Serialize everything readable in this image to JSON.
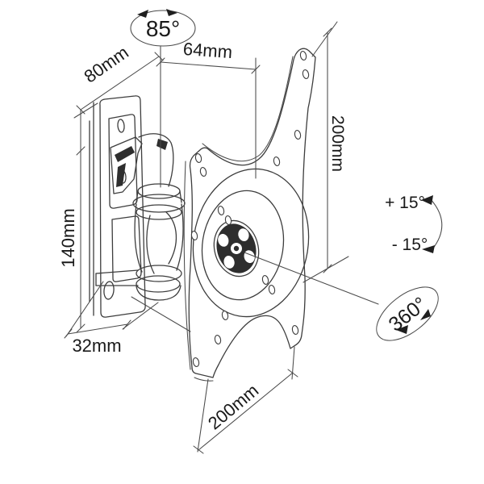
{
  "diagram": {
    "title": "TV wall-mount bracket dimension drawing",
    "colors": {
      "line": "#3d3d3d",
      "text": "#1a1a1a",
      "dark_fill": "#2e2e2e",
      "background": "#ffffff"
    },
    "icons": [
      {
        "name": "swivel-arrows-icon",
        "meaning": "left/right swivel rotation arrows above joint"
      },
      {
        "name": "tilt-arrow-icon",
        "meaning": "up/down tilt arc arrow"
      },
      {
        "name": "rotation-arrow-icon",
        "meaning": "360 degree plate rotation arrows"
      }
    ],
    "dimensions": {
      "swivel": "85°",
      "pivot_to_plate": "64mm",
      "wall_plate_depth": "80mm",
      "wall_plate_height": "140mm",
      "wall_offset": "32mm",
      "vesa_vertical": "200mm",
      "vesa_horizontal": "200mm",
      "tilt_up": "+ 15°",
      "tilt_down": "- 15°",
      "rotation": "360°"
    }
  }
}
